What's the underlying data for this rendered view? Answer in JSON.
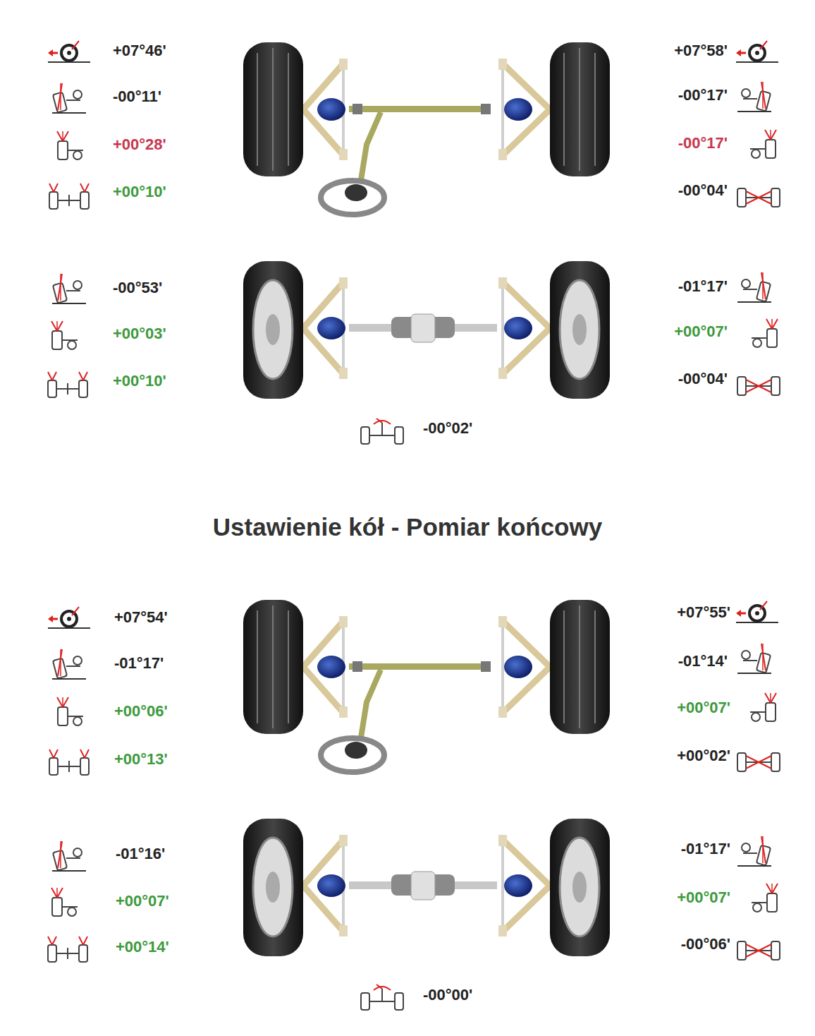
{
  "diagram": {
    "title": "Ustawienie kół - Pomiar końcowy",
    "labels": [
      "+07°46'",
      "+07°58'",
      "-00°11'",
      "-00°17'",
      "+00°28'",
      "-00°17'",
      "+00°10'",
      "-00°04'",
      "-00°53'",
      "-01°17'",
      "+00°03'",
      "+00°07'",
      "+00°10'",
      "-00°04'",
      "-00°02'",
      "+07°54'",
      "+07°55'",
      "-01°17'",
      "-01°14'",
      "+00°06'",
      "+00°07'",
      "+00°13'",
      "+00°02'",
      "-01°16'",
      "-01°17'",
      "+00°07'",
      "+00°07'",
      "+00°14'",
      "-00°06'",
      "-00°00'"
    ]
  }
}
